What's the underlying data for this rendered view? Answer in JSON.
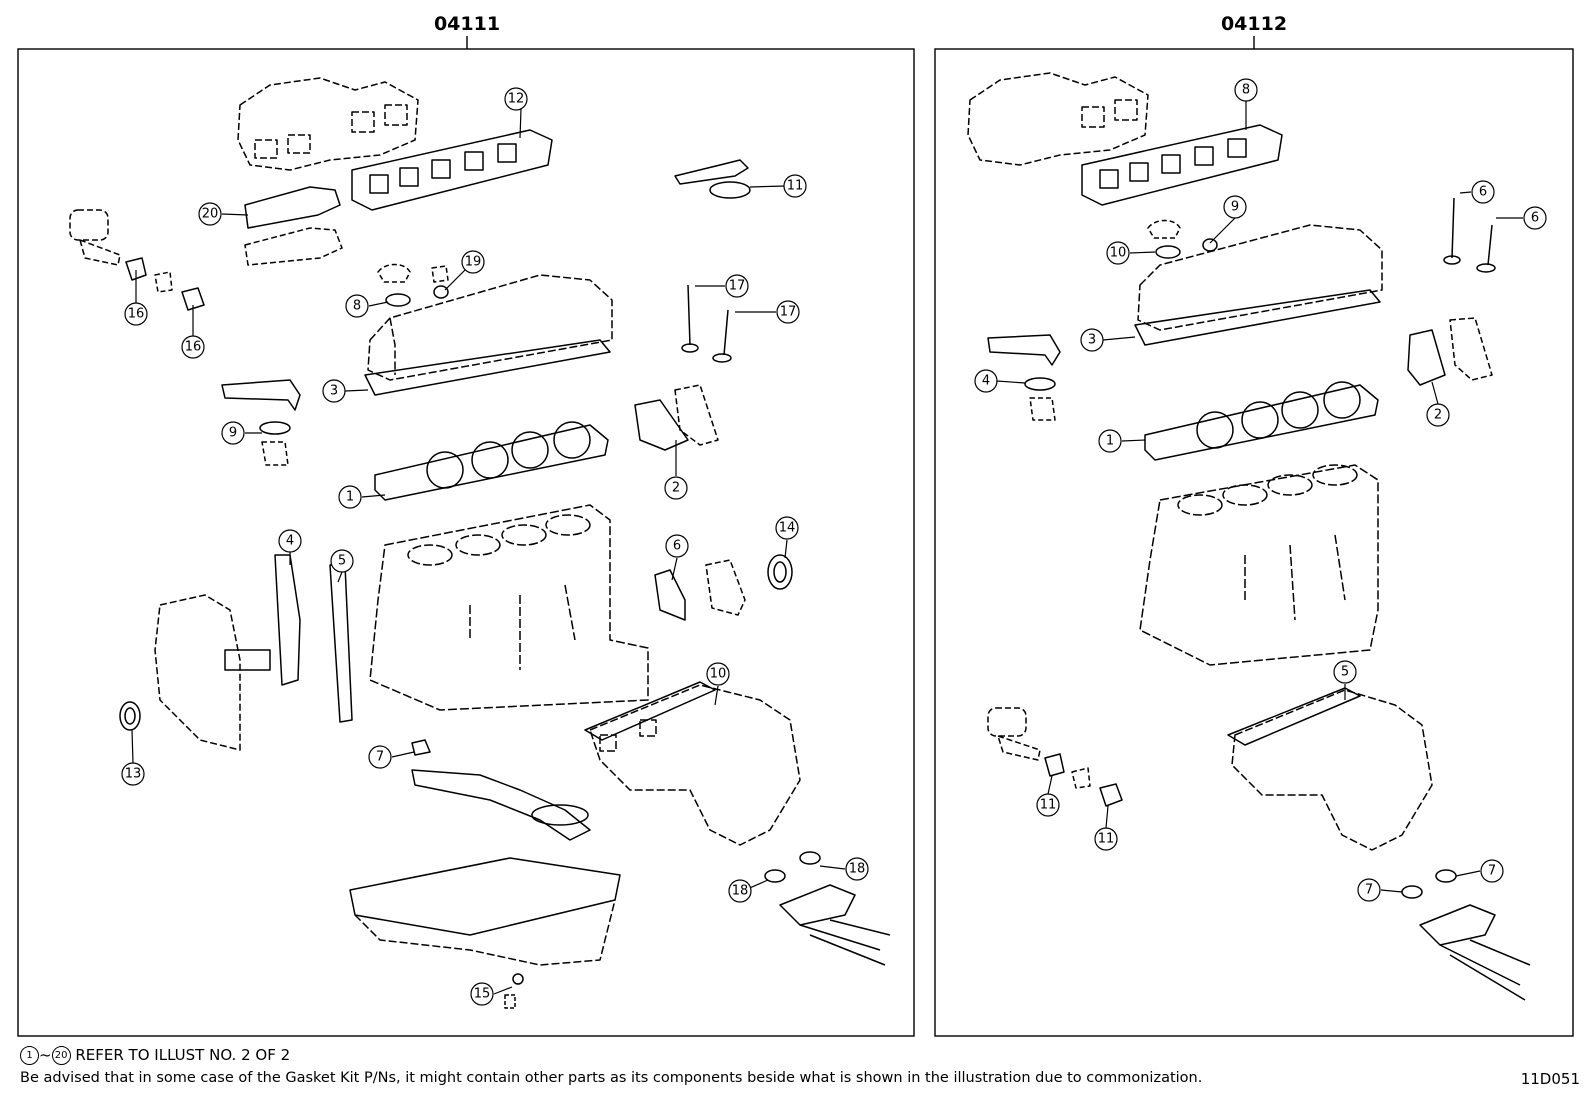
{
  "panels": [
    {
      "title": "04111",
      "callouts": [
        "12",
        "11",
        "20",
        "16",
        "16",
        "19",
        "8",
        "17",
        "17",
        "3",
        "9",
        "1",
        "2",
        "4",
        "5",
        "6",
        "14",
        "13",
        "10",
        "7",
        "18",
        "18",
        "15"
      ]
    },
    {
      "title": "04112",
      "callouts": [
        "8",
        "6",
        "6",
        "9",
        "10",
        "3",
        "4",
        "2",
        "1",
        "5",
        "11",
        "11",
        "7",
        "7"
      ]
    }
  ],
  "notes": {
    "range_start": "1",
    "range_sep": "~",
    "range_end": "20",
    "refer": "REFER TO ILLUST NO. 2 OF 2",
    "advisory": "Be advised that in some case of the Gasket Kit P/Ns,  it might contain other parts as its components beside what is shown in the illustration due to commonization.",
    "code": "11D051"
  }
}
